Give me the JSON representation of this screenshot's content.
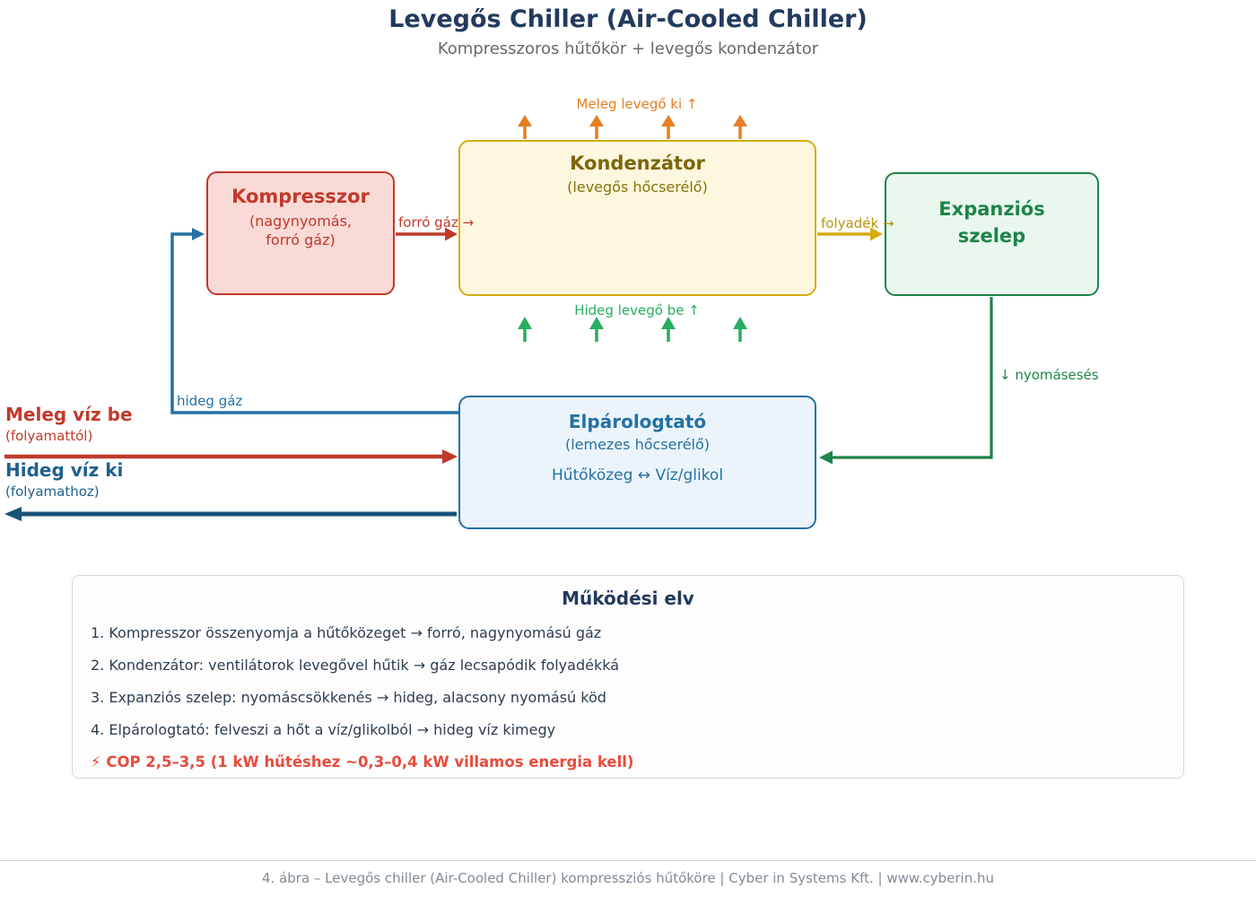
{
  "header": {
    "title": "Levegős Chiller (Air-Cooled Chiller)",
    "subtitle": "Kompresszoros hűtőkör + levegős kondenzátor"
  },
  "diagram": {
    "compressor": {
      "title": "Kompresszor",
      "sub1": "(nagynyomás,",
      "sub2": "forró gáz)"
    },
    "condenser": {
      "title": "Kondenzátor",
      "subtitle": "(levegős hőcserélő)",
      "fan_count": 4
    },
    "expansion": {
      "title1": "Expanziós",
      "title2": "szelep"
    },
    "evaporator": {
      "title": "Elpárologtató",
      "subtitle": "(lemezes hőcserélő)",
      "detail": "Hűtőközeg ↔ Víz/glikol"
    },
    "labels": {
      "hot_air_out": "Meleg levegő ki ↑",
      "cold_air_in": "Hideg levegő be ↑",
      "hot_gas": "forró gáz →",
      "liquid": "folyadék →",
      "cold_gas": "hideg gáz",
      "pressure_drop": "↓ nyomásesés",
      "warm_water_in": "Meleg víz be",
      "warm_water_in_sub": "(folyamattól)",
      "cold_water_out": "Hideg víz ki",
      "cold_water_out_sub": "(folyamathoz)"
    }
  },
  "principles": {
    "title": "Működési elv",
    "items": [
      "1. Kompresszor összenyomja a hűtőközeget → forró, nagynyomású gáz",
      "2. Kondenzátor: ventilátorok levegővel hűtik → gáz lecsapódik folyadékká",
      "3. Expanziós szelep: nyomáscsökkenés → hideg, alacsony nyomású köd",
      "4. Elpárologtató: felveszi a hőt a víz/glikolból → hideg víz kimegy"
    ],
    "cop_note": "⚡ COP 2,5–3,5 (1 kW hűtéshez ~0,3–0,4 kW villamos energia kell)"
  },
  "footer": {
    "caption": "4. ábra – Levegős chiller (Air-Cooled Chiller) kompressziós hűtőköre  |  Cyber in Systems Kft.  |  www.cyberin.hu"
  },
  "colors": {
    "title_navy": "#223a5e",
    "compressor_red": "#c0392b",
    "condenser_gold": "#d4ac0d",
    "condenser_text": "#7d6608",
    "expansion_green": "#1e8449",
    "evaporator_blue": "#2471a3",
    "hot_air_orange": "#e67e22",
    "cold_air_green": "#27ae60",
    "cold_water_navy": "#1a5276",
    "cop_red": "#e74c3c",
    "fan_gray": "#999999"
  }
}
